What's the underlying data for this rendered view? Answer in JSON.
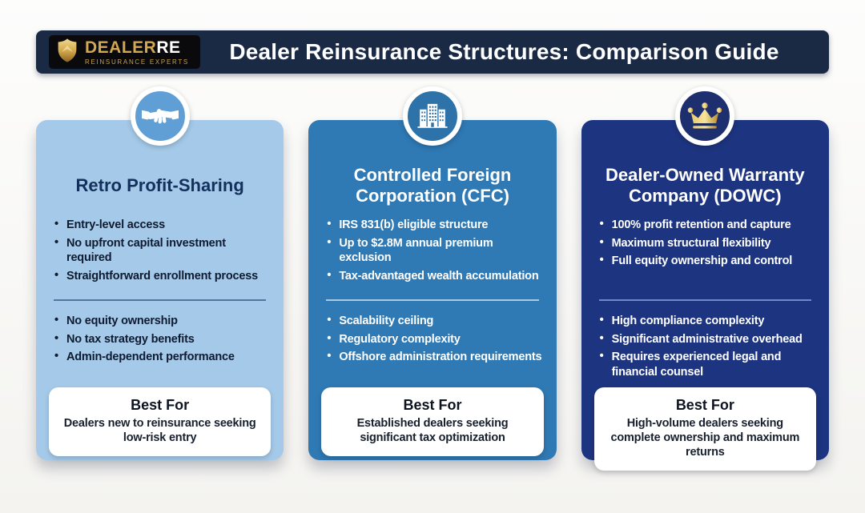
{
  "page": {
    "background": "#f5f4f1"
  },
  "header": {
    "bg_color": "#1a2944",
    "title": "Dealer Reinsurance Structures: Comparison Guide",
    "logo": {
      "box_color": "#0a0a0c",
      "gold_color": "#d2a74e",
      "shield_icon": "shield-icon",
      "name_primary": "DEALER",
      "name_secondary": "RE",
      "tagline": "REINSURANCE EXPERTS"
    }
  },
  "cards": [
    {
      "title": "Retro Profit-Sharing",
      "icon": "handshake-icon",
      "colors": {
        "card": "#a5cae9",
        "badge": "#5f9fd6",
        "title": "#14305c",
        "text": "#0f1b31",
        "divider": "#54749c"
      },
      "pros": [
        "Entry-level access",
        "No upfront capital investment required",
        "Straightforward enrollment process"
      ],
      "cons": [
        "No equity ownership",
        "No tax strategy benefits",
        "Admin-dependent performance"
      ],
      "best_for_label": "Best For",
      "best_for": "Dealers new to reinsurance seeking low-risk entry"
    },
    {
      "title": "Controlled Foreign Corporation (CFC)",
      "icon": "building-icon",
      "colors": {
        "card": "#2f79b4",
        "badge": "#2d73a9",
        "title": "#ffffff",
        "text": "#ffffff",
        "divider": "#a8cbe2"
      },
      "pros": [
        "IRS 831(b) eligible structure",
        "Up to $2.8M annual premium exclusion",
        "Tax-advantaged wealth accumulation"
      ],
      "cons": [
        "Scalability ceiling",
        "Regulatory complexity",
        "Offshore administration requirements"
      ],
      "best_for_label": "Best For",
      "best_for": "Established dealers seeking significant tax optimization"
    },
    {
      "title": "Dealer-Owned Warranty Company (DOWC)",
      "icon": "crown-icon",
      "colors": {
        "card": "#1d3480",
        "badge": "#1d2f6e",
        "title": "#ffffff",
        "text": "#ffffff",
        "divider": "#7388c9"
      },
      "pros": [
        "100% profit retention and capture",
        "Maximum structural flexibility",
        "Full equity ownership and control"
      ],
      "cons": [
        "High compliance complexity",
        "Significant administrative overhead",
        "Requires experienced legal and financial counsel"
      ],
      "best_for_label": "Best For",
      "best_for": "High-volume dealers seeking complete ownership and maximum returns"
    }
  ]
}
